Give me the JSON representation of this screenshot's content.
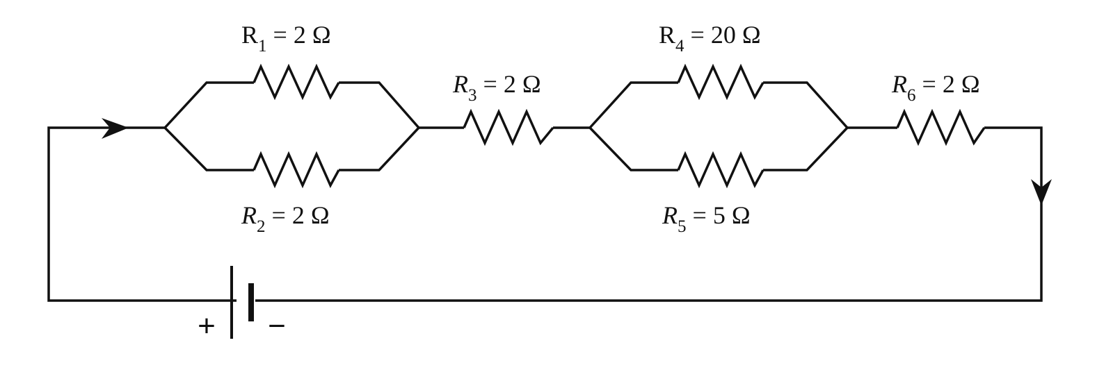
{
  "resistors": [
    {
      "symbol": "R",
      "subscript": "1",
      "value": "2 Ω"
    },
    {
      "symbol": "R",
      "subscript": "2",
      "value": "2 Ω"
    },
    {
      "symbol": "R",
      "subscript": "3",
      "value": "2 Ω"
    },
    {
      "symbol": "R",
      "subscript": "4",
      "value": "20 Ω"
    },
    {
      "symbol": "R",
      "subscript": "5",
      "value": "5 Ω"
    },
    {
      "symbol": "R",
      "subscript": "6",
      "value": "2 Ω"
    }
  ],
  "battery": {
    "positive": "+",
    "negative": "−"
  },
  "current_arrows": [
    "right",
    "down"
  ]
}
